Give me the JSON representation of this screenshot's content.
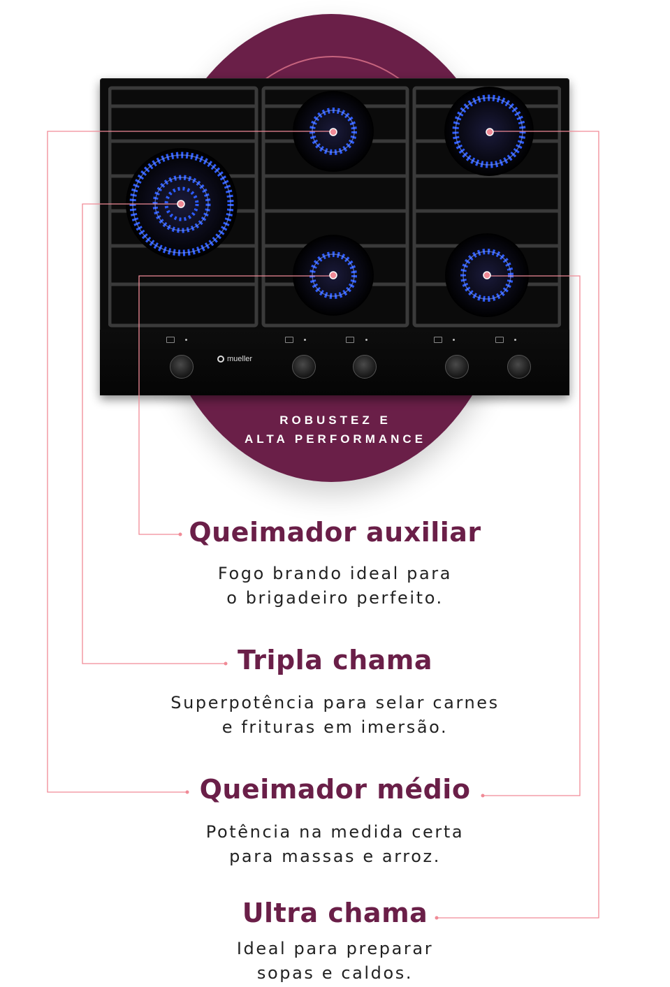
{
  "brand": {
    "name": "mueller",
    "icon": "mueller-logo-icon"
  },
  "tagline": [
    "ROBUSTEZ E",
    "ALTA PERFORMANCE"
  ],
  "colors": {
    "accent": "#6a1f48",
    "line": "#f08a96",
    "flame": "#2d5cff"
  },
  "features": [
    {
      "title": "Queimador auxiliar",
      "description": [
        "Fogo brando ideal para",
        "o brigadeiro perfeito."
      ]
    },
    {
      "title": "Tripla chama",
      "description": [
        "Superpotência para selar carnes",
        "e frituras em imersão."
      ]
    },
    {
      "title": "Queimador médio",
      "description": [
        "Potência na medida certa",
        "para massas e arroz."
      ]
    },
    {
      "title": "Ultra chama",
      "description": [
        "Ideal para preparar",
        "sopas e caldos."
      ]
    }
  ]
}
